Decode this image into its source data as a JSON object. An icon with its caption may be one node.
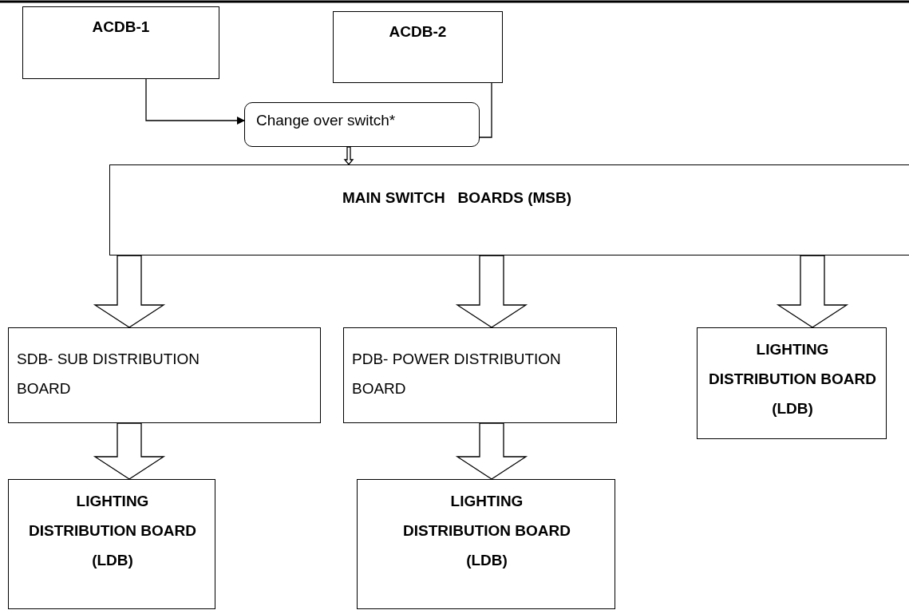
{
  "diagram": {
    "nodes": [
      {
        "text": [
          "ACDB-1"
        ]
      },
      {
        "text": [
          "ACDB-2"
        ]
      },
      {
        "text": [
          "Change over switch*"
        ]
      },
      {
        "text": [
          "MAIN SWITCH   BOARDS (MSB)"
        ]
      },
      {
        "text": [
          "SDB- SUB DISTRIBUTION BOARD"
        ]
      },
      {
        "text": [
          "PDB- POWER DISTRIBUTION BOARD"
        ]
      },
      {
        "text": [
          "LIGHTING DISTRIBUTION BOARD (LDB)"
        ]
      },
      {
        "text": [
          "LIGHTING DISTRIBUTION BOARD (LDB)"
        ]
      },
      {
        "text": [
          "LIGHTING DISTRIBUTION BOARD (LDB)"
        ]
      }
    ],
    "edges": [
      {
        "from": 0,
        "to": 2,
        "arrow": "to"
      },
      {
        "from": 1,
        "to": 2,
        "arrow": "none"
      },
      {
        "from": 2,
        "to": 3,
        "arrow": "to",
        "style": "thick"
      },
      {
        "from": 3,
        "to": 4,
        "arrow": "to",
        "style": "thick"
      },
      {
        "from": 3,
        "to": 5,
        "arrow": "to",
        "style": "thick"
      },
      {
        "from": 3,
        "to": 6,
        "arrow": "to",
        "style": "thick"
      },
      {
        "from": 4,
        "to": 7,
        "arrow": "to",
        "style": "thick"
      },
      {
        "from": 5,
        "to": 8,
        "arrow": "to",
        "style": "thick"
      }
    ]
  }
}
